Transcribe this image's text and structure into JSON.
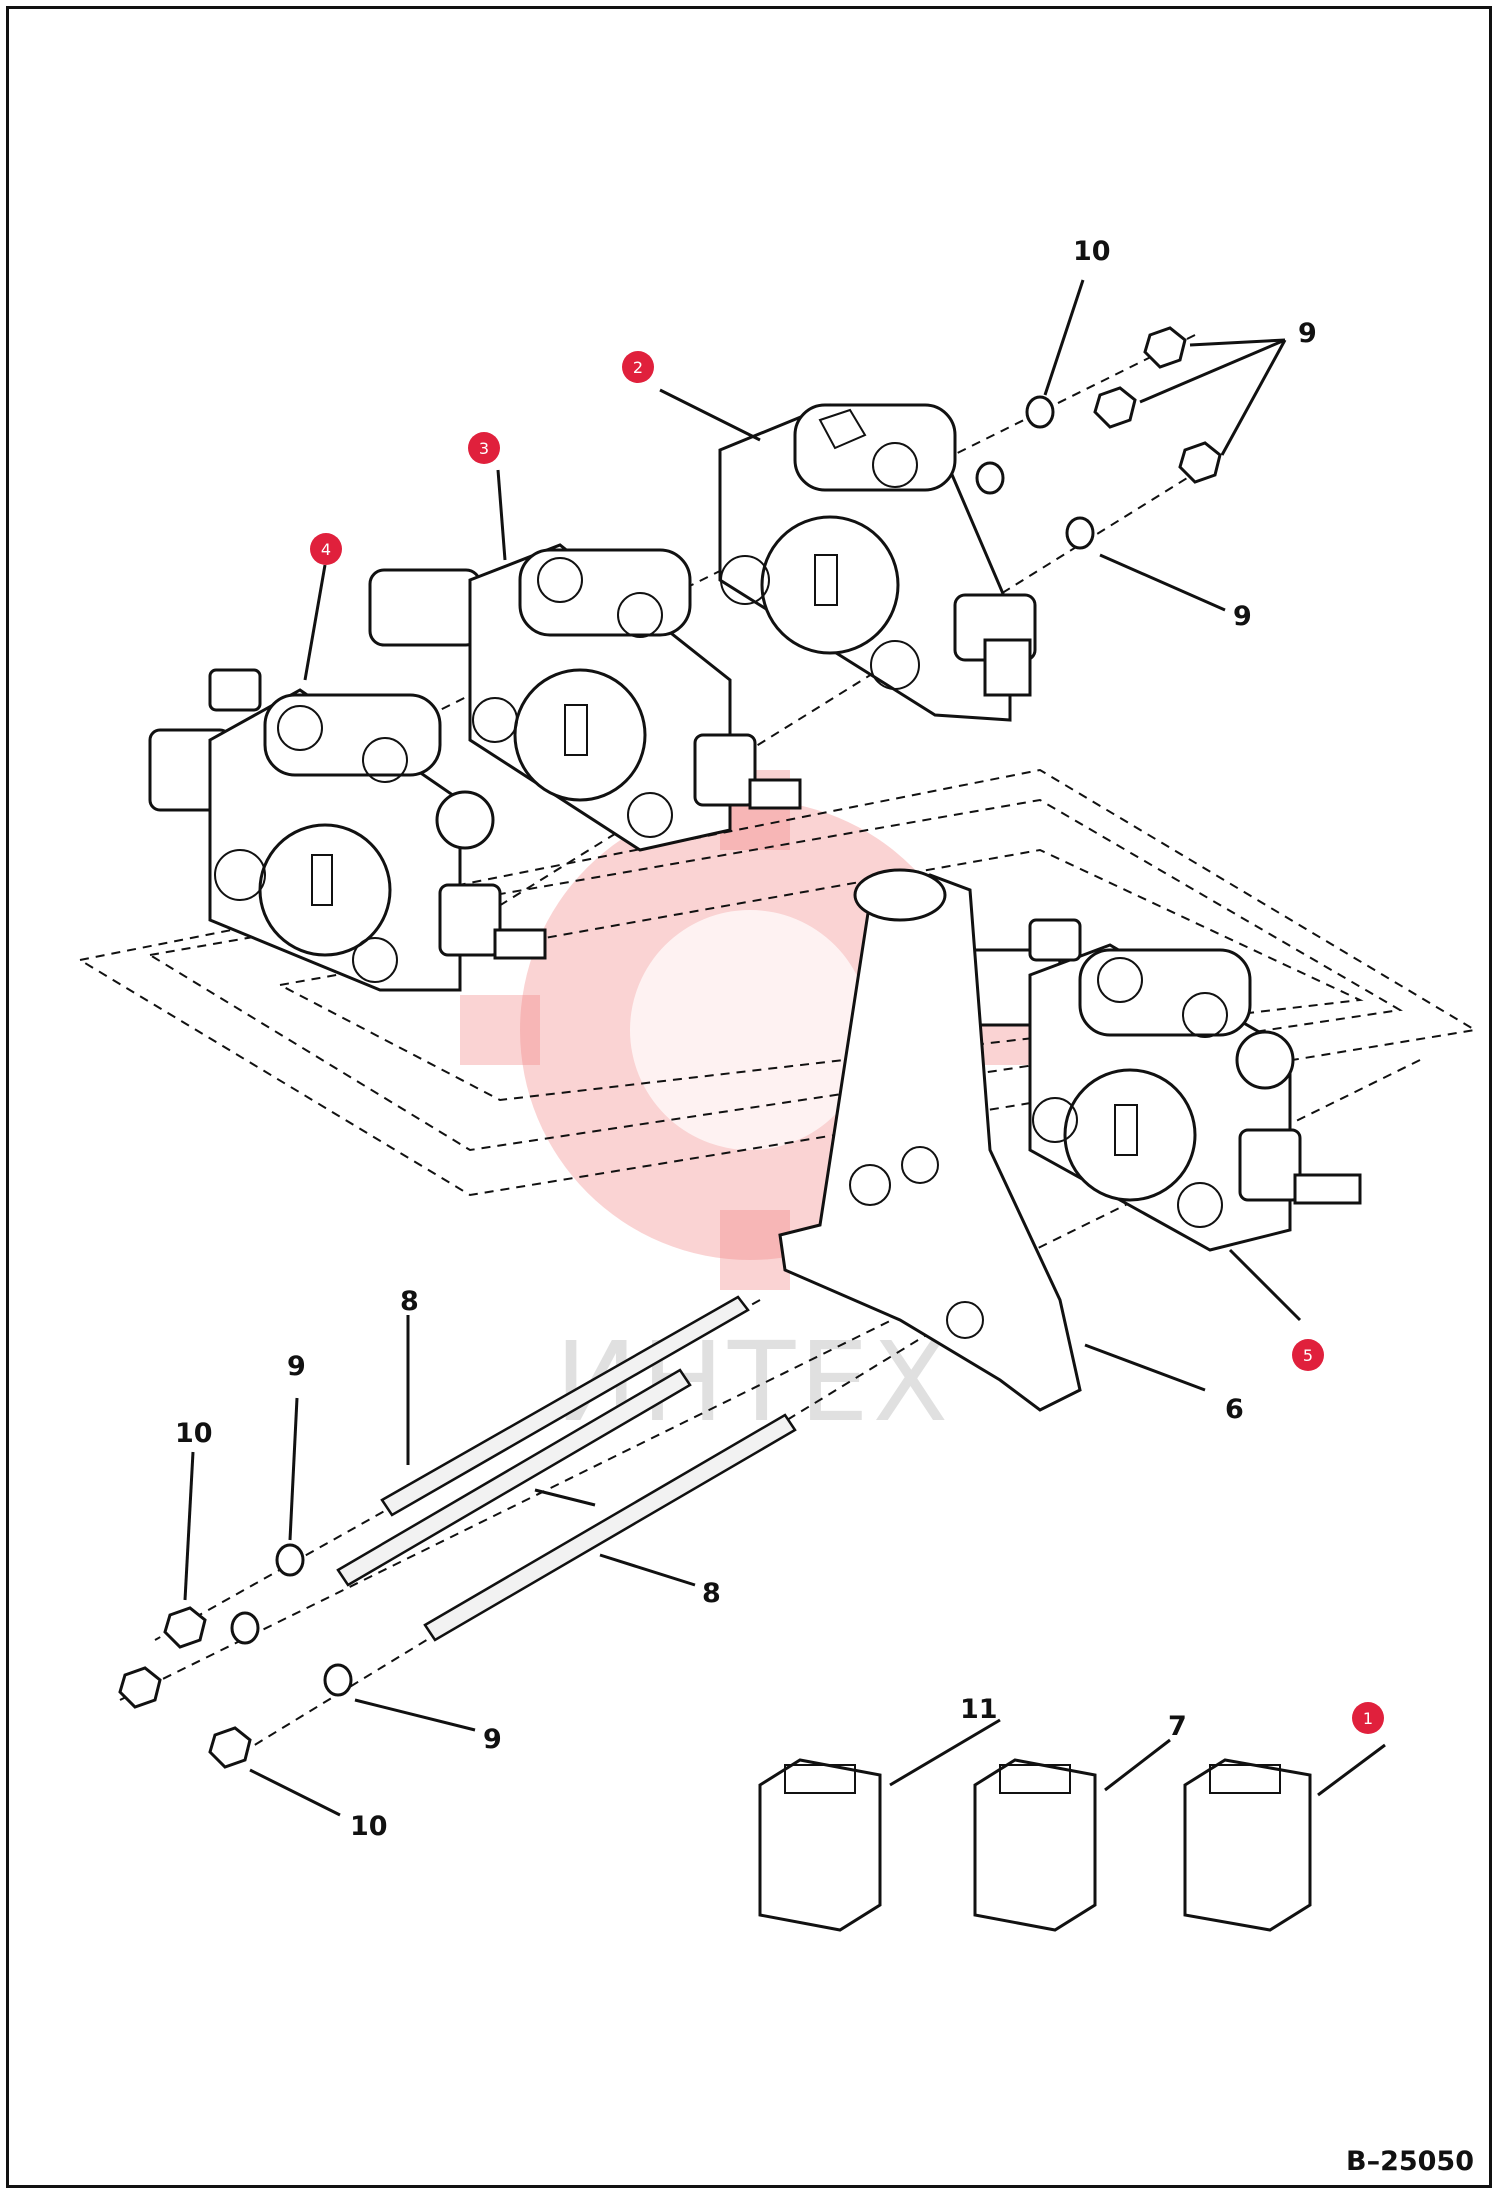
{
  "diagram": {
    "drawing_code": "B–25050",
    "watermark_text": "ИНТЕХ",
    "callouts": [
      {
        "id": "c10_top",
        "text": "10"
      },
      {
        "id": "c9_top",
        "text": "9"
      },
      {
        "id": "c9_mid",
        "text": "9"
      },
      {
        "id": "c8_a",
        "text": "8"
      },
      {
        "id": "c8_b",
        "text": "8"
      },
      {
        "id": "c9_left_top",
        "text": "9"
      },
      {
        "id": "c10_left_top",
        "text": "10"
      },
      {
        "id": "c9_left_bottom",
        "text": "9"
      },
      {
        "id": "c10_left_bottom",
        "text": "10"
      },
      {
        "id": "c6",
        "text": "6"
      },
      {
        "id": "c11",
        "text": "11"
      },
      {
        "id": "c7",
        "text": "7"
      }
    ],
    "markers": [
      {
        "id": "m1",
        "text": "1"
      },
      {
        "id": "m2",
        "text": "2"
      },
      {
        "id": "m3",
        "text": "3"
      },
      {
        "id": "m4",
        "text": "4"
      },
      {
        "id": "m5",
        "text": "5"
      }
    ],
    "colors": {
      "marker": "#e0203c",
      "line": "#111111",
      "watermark": "#f08080"
    }
  }
}
